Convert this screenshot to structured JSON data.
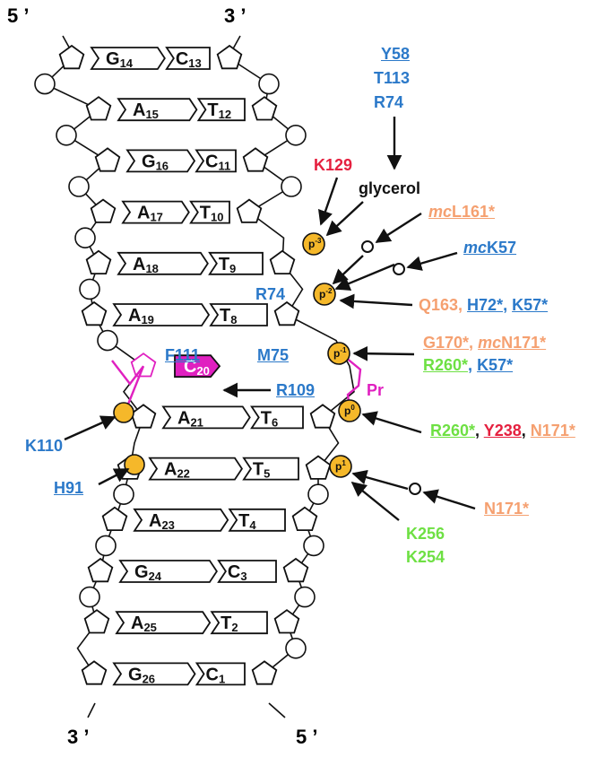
{
  "colors": {
    "blue": "#2b79c9",
    "red": "#e5203f",
    "salmon": "#f5a070",
    "green": "#6ee043",
    "magenta": "#e020c0",
    "orange": "#f5b82a",
    "black": "#111111"
  },
  "strand_labels": [
    "5 ’",
    "3 ’",
    "3 ’",
    "5 ’"
  ],
  "base_pairs": [
    {
      "left": "G",
      "left_n": "14",
      "right": "C",
      "right_n": "13"
    },
    {
      "left": "A",
      "left_n": "15",
      "right": "T",
      "right_n": "12"
    },
    {
      "left": "G",
      "left_n": "16",
      "right": "C",
      "right_n": "11"
    },
    {
      "left": "A",
      "left_n": "17",
      "right": "T",
      "right_n": "10"
    },
    {
      "left": "A",
      "left_n": "18",
      "right": "T",
      "right_n": "9"
    },
    {
      "left": "A",
      "left_n": "19",
      "right": "T",
      "right_n": "8"
    },
    {
      "left": "C",
      "left_n": "20",
      "right": "",
      "right_n": ""
    },
    {
      "left": "A",
      "left_n": "21",
      "right": "T",
      "right_n": "6"
    },
    {
      "left": "A",
      "left_n": "22",
      "right": "T",
      "right_n": "5"
    },
    {
      "left": "A",
      "left_n": "23",
      "right": "T",
      "right_n": "4"
    },
    {
      "left": "G",
      "left_n": "24",
      "right": "C",
      "right_n": "3"
    },
    {
      "left": "A",
      "left_n": "25",
      "right": "T",
      "right_n": "2"
    },
    {
      "left": "G",
      "left_n": "26",
      "right": "C",
      "right_n": "1"
    }
  ],
  "phosphates": [
    {
      "base": "p",
      "sup": "-3"
    },
    {
      "base": "p",
      "sup": "-2"
    },
    {
      "base": "p",
      "sup": "-1"
    },
    {
      "base": "p",
      "sup": "0"
    },
    {
      "base": "p",
      "sup": "1"
    }
  ],
  "labels": {
    "y58": "Y58",
    "t113": "T113",
    "r74_top": "R74",
    "k129": "K129",
    "glycerol": "glycerol",
    "mc1": "mc",
    "l161": "L161*",
    "mc2": "mc",
    "k57_a": "K57",
    "r74_mid": "R74",
    "q163": "Q163, ",
    "h72": "H72*",
    "comma1": ", ",
    "k57_b": "K57*",
    "g170": "G170*",
    "comma2": ", ",
    "mc3": "mc",
    "n171_a": "N171*",
    "r260_a": "R260*",
    "comma3": ", ",
    "k57_c": "K57*",
    "f111": "F111",
    "m75": "M75",
    "r109": "R109",
    "pr": "Pr",
    "r260_b": "R260*",
    "comma4": ", ",
    "y238": "Y238",
    "comma5": ", ",
    "n171_b": "N171*",
    "k110": "K110",
    "h91": "H91",
    "n171_c": "N171*",
    "k256": "K256",
    "k254": "K254"
  }
}
